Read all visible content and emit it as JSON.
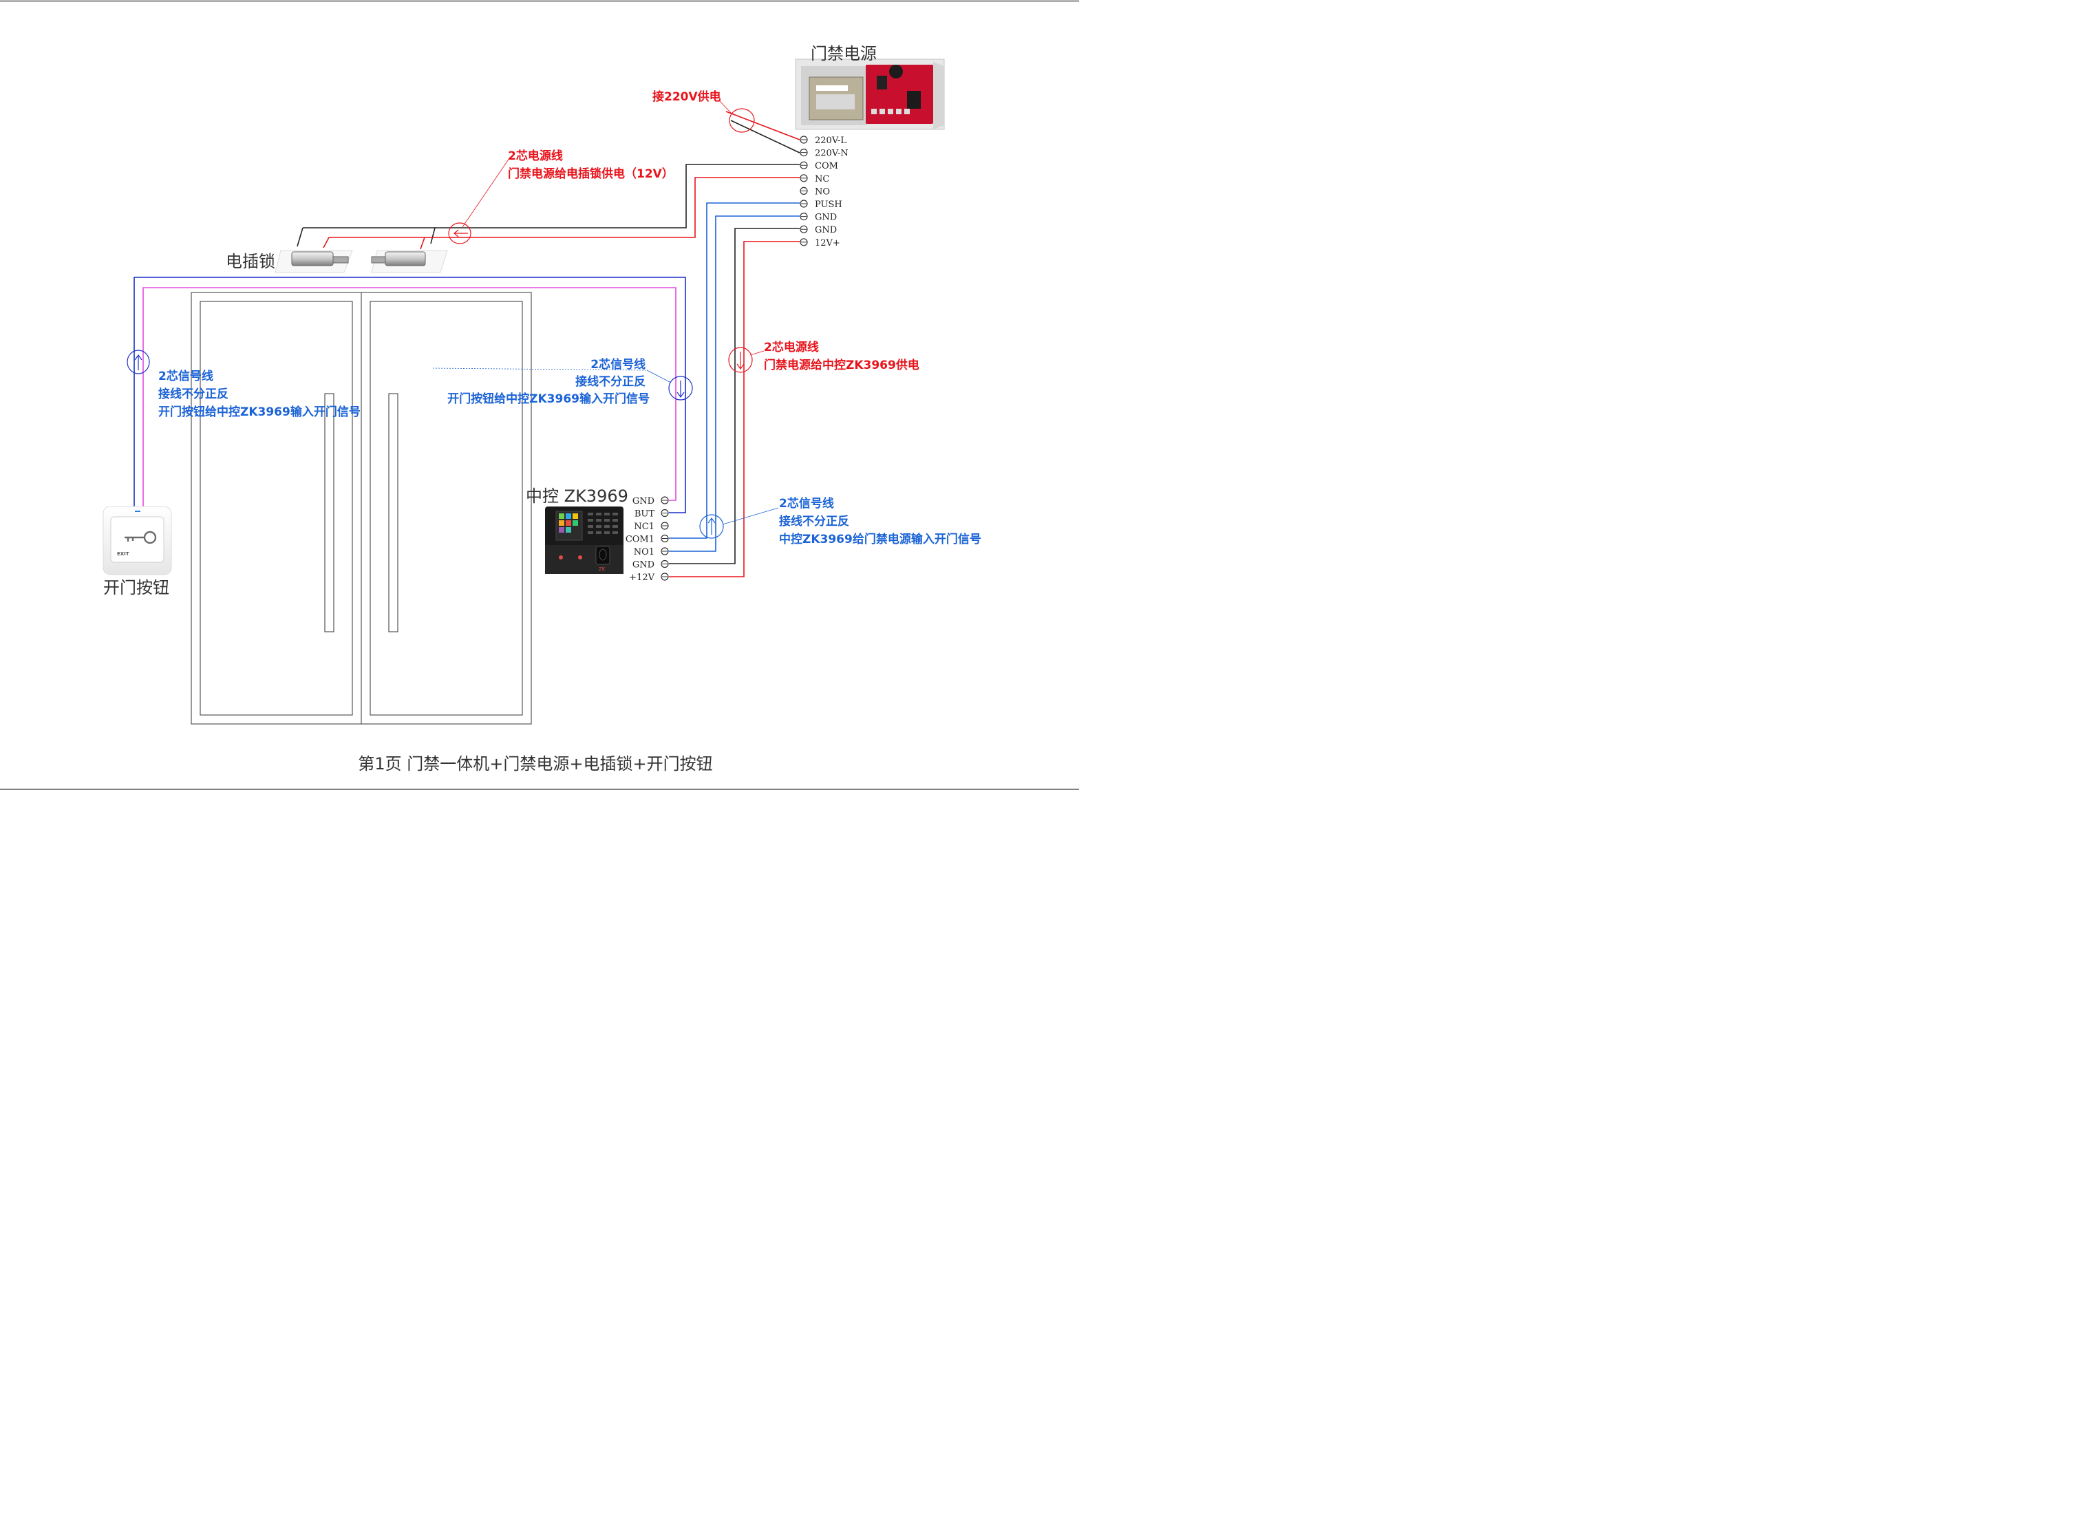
{
  "labels": {
    "power_supply": "门禁电源",
    "electric_lock": "电插锁",
    "exit_button": "开门按钮",
    "controller": "中控 ZK3969",
    "exit_text": "EXIT"
  },
  "power_terminals": [
    "220V-L",
    "220V-N",
    "COM",
    "NC",
    "NO",
    "PUSH",
    "GND",
    "GND",
    "12V+"
  ],
  "controller_terminals": [
    "GND",
    "BUT",
    "NC1",
    "COM1",
    "NO1",
    "GND",
    "+12V"
  ],
  "annotations": {
    "mains": {
      "lines": [
        "接220V供电"
      ],
      "color": "#e8141c"
    },
    "lock_power": {
      "lines": [
        "2芯电源线",
        "门禁电源给电插锁供电（12V）"
      ],
      "color": "#e8141c"
    },
    "button_signal_left": {
      "lines": [
        "2芯信号线",
        "接线不分正反",
        "开门按钮给中控ZK3969输入开门信号"
      ],
      "color": "#1b63d6"
    },
    "button_signal_mid": {
      "lines": [
        "2芯信号线",
        "接线不分正反",
        "开门按钮给中控ZK3969输入开门信号"
      ],
      "color": "#1b63d6"
    },
    "controller_power": {
      "lines": [
        "2芯电源线",
        "门禁电源给中控ZK3969供电"
      ],
      "color": "#e8141c"
    },
    "controller_signal": {
      "lines": [
        "2芯信号线",
        "接线不分正反",
        "中控ZK3969给门禁电源输入开门信号"
      ],
      "color": "#1b63d6"
    }
  },
  "footer": "第1页  门禁一体机+门禁电源+电插锁+开门按钮",
  "colors": {
    "red_wire": "#e8141c",
    "black_wire": "#222222",
    "blue_wire": "#1b63d6",
    "navy_wire": "#1a2fc8",
    "magenta_wire": "#e24be0",
    "board": "#c8102e"
  }
}
